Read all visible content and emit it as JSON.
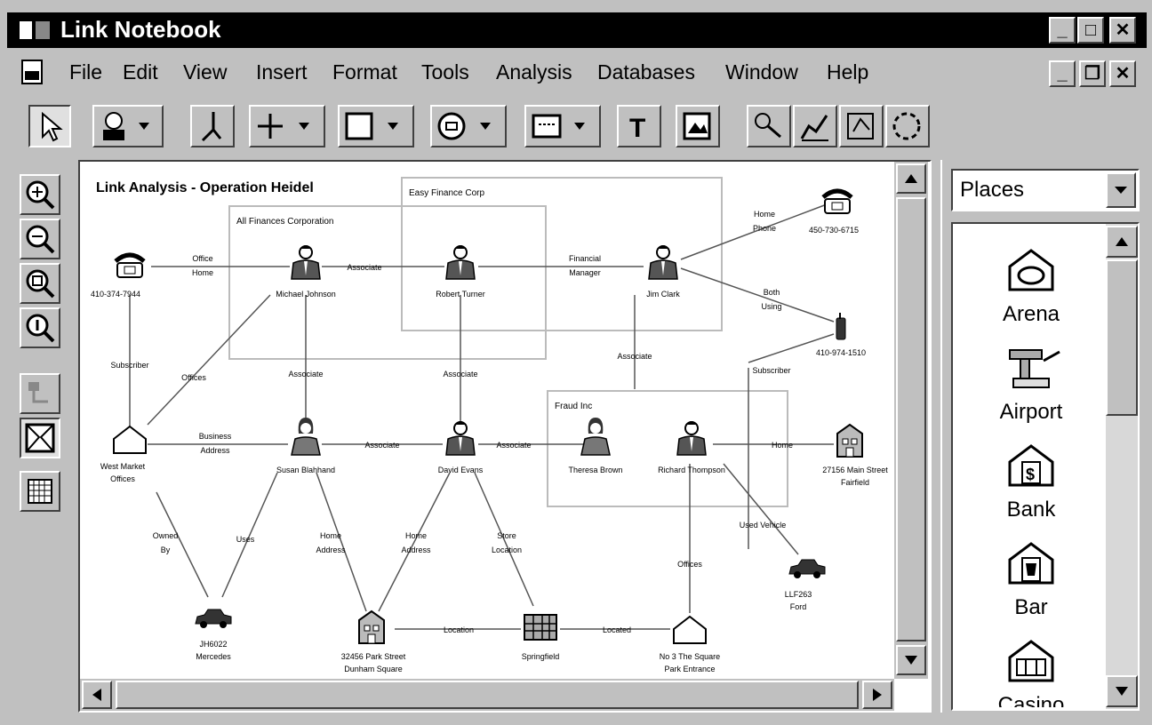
{
  "window": {
    "title": "Link Notebook"
  },
  "menu": [
    "File",
    "Edit",
    "View",
    "Insert",
    "Format",
    "Tools",
    "Analysis",
    "Databases",
    "Window",
    "Help"
  ],
  "canvas": {
    "title": "Link Analysis - Operation Heidel",
    "groups": [
      "All Finances Corporation",
      "Easy Finance Corp",
      "Fraud Inc"
    ],
    "nodes": {
      "phone1": "410-374-7944",
      "michael": "Michael Johnson",
      "robert": "Robert Turner",
      "jim": "Jim Clark",
      "phone2": "450-730-6715",
      "cell": "410-974-1510",
      "west": [
        "West Market",
        "Offices"
      ],
      "susan": "Susan Blahhand",
      "david": "David Evans",
      "theresa": "Theresa Brown",
      "richard": "Richard Thompson",
      "main": [
        "27156 Main Street",
        "Fairfield"
      ],
      "car1": [
        "JH6022",
        "Mercedes"
      ],
      "park": [
        "32456 Park Street",
        "Dunham Square"
      ],
      "spring": "Springfield",
      "plaza": [
        "No 3 The Square",
        "Park Entrance"
      ],
      "car2": [
        "LLF263",
        "Ford"
      ]
    },
    "links": {
      "office_home": [
        "Office",
        "Home"
      ],
      "assoc": "Associate",
      "financial": [
        "Financial",
        "Manager"
      ],
      "home_phone": [
        "Home",
        "Phone"
      ],
      "both_using": [
        "Both",
        "Using"
      ],
      "subscriber": "Subscriber",
      "offices": "Offices",
      "business": [
        "Business",
        "Address"
      ],
      "owned": [
        "Owned",
        "By"
      ],
      "uses": "Uses",
      "home_addr": [
        "Home",
        "Address"
      ],
      "store": [
        "Store",
        "Location"
      ],
      "location": "Location",
      "located": "Located",
      "home": "Home",
      "used_vehicle": "Used Vehicle",
      "offices2": "Offices"
    }
  },
  "places": {
    "selected": "Places",
    "items": [
      "Arena",
      "Airport",
      "Bank",
      "Bar",
      "Casino"
    ]
  }
}
